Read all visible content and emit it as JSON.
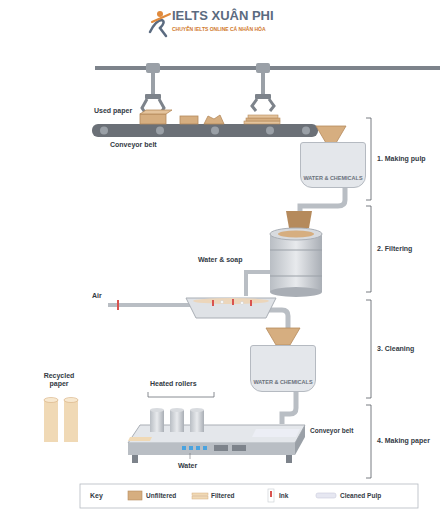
{
  "diagram": {
    "nodes": [
      {
        "text": [
          "WATER & CHEMICALS"
        ]
      },
      {
        "text": [
          "WATER & CHEMICALS"
        ]
      }
    ],
    "labels": [
      "IELTS XUÂN PHI",
      "CHUYÊN IELTS ONLINE CÁ NHÂN HÓA",
      "Used paper",
      "Conveyor belt",
      "1. Making pulp",
      "2. Filtering",
      "Water & soap",
      "Air",
      "3. Cleaning",
      "Heated rollers",
      "Recycled paper",
      "Water",
      "Conveyor belt",
      "4. Making paper",
      "Key"
    ],
    "legend": [
      {
        "text": "Unfiltered"
      },
      {
        "text": "Filtered"
      },
      {
        "text": "Ink"
      },
      {
        "text": "Cleaned Pulp"
      }
    ]
  }
}
